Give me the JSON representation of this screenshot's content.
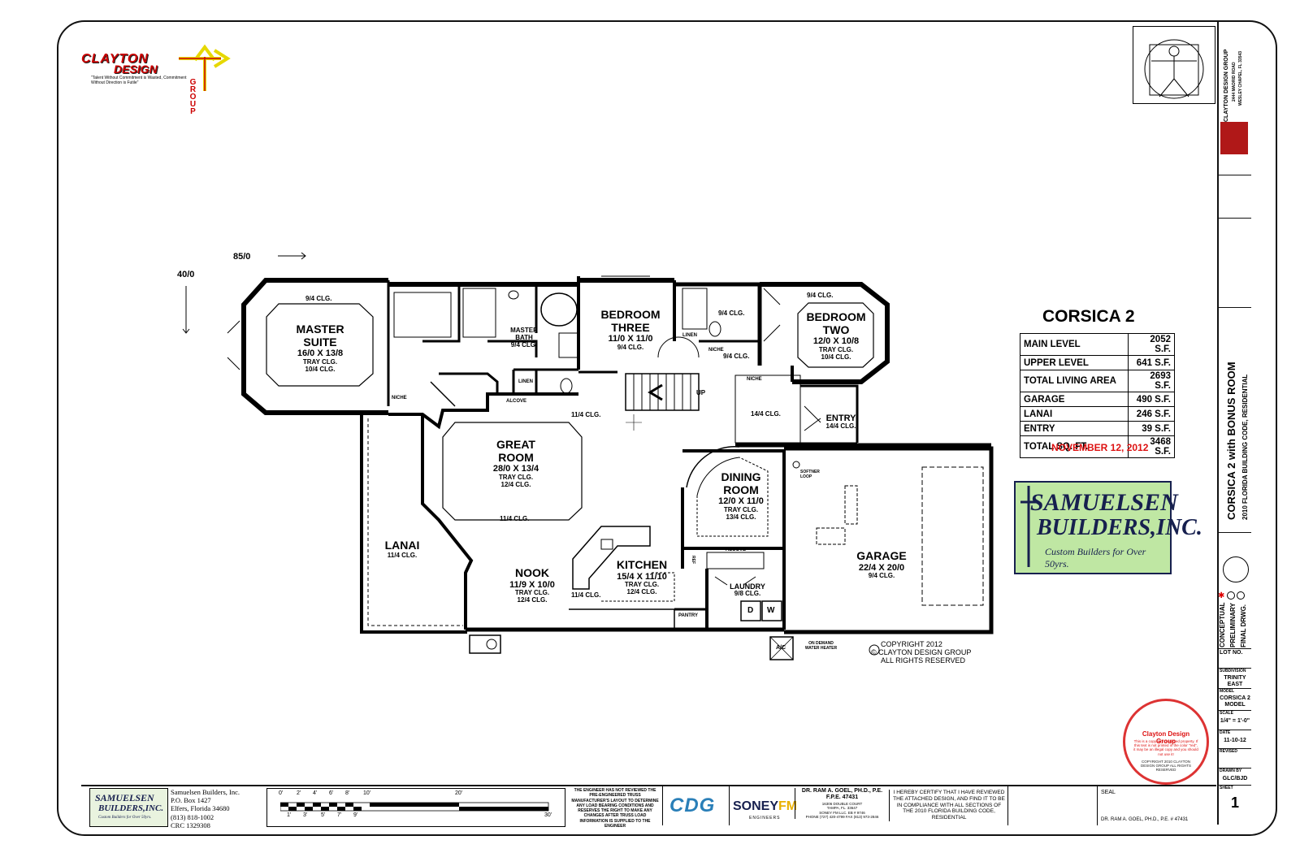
{
  "brand": {
    "clayton_line1": "CLAYTON",
    "clayton_line2": "DESIGN",
    "clayton_group": "GROUP",
    "clayton_tagline": "\"Talent Without Commitment is Wasted, Commitment Without Direction is Futile\""
  },
  "dimensions": {
    "width": "85/0",
    "depth": "40/0"
  },
  "rooms": {
    "master": {
      "name1": "MASTER",
      "name2": "SUITE",
      "dims": "16/0 X 13/8",
      "c1": "TRAY CLG.",
      "c2": "10/4 CLG.",
      "top": "9/4 CLG."
    },
    "master_bath": {
      "name1": "MASTER",
      "name2": "BATH",
      "clg": "9/4 CLG."
    },
    "bed3": {
      "name1": "BEDROOM",
      "name2": "THREE",
      "dims": "11/0 X 11/0",
      "clg": "9/4 CLG."
    },
    "bed2": {
      "name1": "BEDROOM",
      "name2": "TWO",
      "dims": "12/0 X 10/8",
      "c1": "TRAY CLG.",
      "c2": "10/4 CLG.",
      "top": "9/4 CLG."
    },
    "great": {
      "name1": "GREAT",
      "name2": "ROOM",
      "dims": "28/0 X 13/4",
      "c1": "TRAY CLG.",
      "c2": "12/4 CLG."
    },
    "dining": {
      "name1": "DINING",
      "name2": "ROOM",
      "dims": "12/0 X 11/0",
      "c1": "TRAY CLG.",
      "c2": "13/4 CLG."
    },
    "nook": {
      "name": "NOOK",
      "dims": "11/9 X 10/0",
      "c1": "TRAY CLG.",
      "c2": "12/4 CLG."
    },
    "kitchen": {
      "name": "KITCHEN",
      "dims": "15/4 X 11/10",
      "c1": "TRAY CLG.",
      "c2": "12/4 CLG."
    },
    "lanai": {
      "name": "LANAI",
      "clg": "11/4 CLG."
    },
    "garage": {
      "name": "GARAGE",
      "dims": "22/4 X 20/0",
      "clg": "9/4 CLG."
    },
    "laundry": {
      "name": "LAUNDRY",
      "clg": "9/8 CLG."
    },
    "entry": {
      "name": "ENTRY",
      "clg": "14/4 CLG."
    }
  },
  "labels": {
    "niche": "NICHE",
    "linen": "LINEN",
    "alcove": "ALCOVE",
    "pantry": "PANTRY",
    "up": "UP",
    "clg_114": "11/4 CLG.",
    "clg_144": "14/4 CLG.",
    "clg_94": "9/4 CLG.",
    "softner": "SOFTNER LOOP",
    "water_heater": "ON DEMAND WATER HEATER",
    "ac": "A/C",
    "d": "D",
    "w": "W",
    "ref": "REF"
  },
  "copyright": {
    "l1": "COPYRIGHT 2012",
    "l2": "CLAYTON DESIGN GROUP",
    "l3": "ALL RIGHTS RESERVED"
  },
  "area": {
    "title": "CORSICA 2",
    "rows": [
      {
        "label": "MAIN LEVEL",
        "value": "2052 S.F."
      },
      {
        "label": "UPPER LEVEL",
        "value": "641 S.F."
      },
      {
        "label": "TOTAL LIVING AREA",
        "value": "2693 S.F."
      },
      {
        "label": "GARAGE",
        "value": "490 S.F."
      },
      {
        "label": "LANAI",
        "value": "246 S.F."
      },
      {
        "label": "ENTRY",
        "value": "39 S.F."
      },
      {
        "label": "TOTAL SQ. FT.",
        "value": "3468 S.F."
      }
    ],
    "date": "NOVEMBER 12, 2012"
  },
  "samuelsen": {
    "l1": "SAMUELSEN",
    "l2": "BUILDERS,INC.",
    "l3": "Custom Builders for Over 50yrs."
  },
  "titleblock": {
    "project": "CORSICA 2 with BONUS ROOM",
    "code": "2010 FLORIDA BUILDING CODE, RESIDENTIAL",
    "company": "CLAYTON DESIGN GROUP",
    "addr": "2444 MADRID ROAD",
    "city": "WESLEY CHAPEL, FL 33543",
    "stage1": "CONCEPTUAL",
    "stage2": "PRELIMINARY",
    "stage3": "FINAL DRWG.",
    "lot_label": "LOT NO.",
    "sub_label": "SUBDIVISION",
    "sub_val": "TRINITY EAST",
    "model_label": "MODEL",
    "model_val": "CORSICA 2 MODEL",
    "scale_label": "SCALE",
    "scale_val": "1/4\" = 1'-0\"",
    "date_label": "DATE",
    "date_val": "11-10-12",
    "revised_label": "REVISED",
    "drawn_label": "DRAWN BY",
    "drawn_val": "GLC/BJD",
    "sheet_label": "SHEET",
    "sheet_val": "1"
  },
  "stamp": {
    "name": "Clayton Design Group",
    "l1": "This is a copyright protected property. If this text is not printed in the color \"red\", it may be an illegal copy and you should not use it!",
    "l2": "COPYRIGHT 2010 CLAYTON DESIGN GROUP ALL RIGHTS RESERVED"
  },
  "bottom": {
    "builder_name": "Samuelsen Builders, Inc.",
    "builder_box": "P.O. Box 1427",
    "builder_city": "Elfers, Florida 34680",
    "builder_phone": "(813) 818-1002",
    "builder_crc": "CRC 1329308",
    "scale_ticks_top": [
      "0'",
      "2'",
      "4'",
      "6'",
      "8'",
      "10'",
      "20'"
    ],
    "scale_ticks_bot": [
      "1'",
      "3'",
      "5'",
      "7'",
      "9'",
      "30'"
    ],
    "engineer_note": "THE ENGINEER HAS NOT REVIEWED THE PRE-ENGINEERED TRUSS MANUFACTURER'S LAYOUT TO DETERMINE ANY LOAD BEARING CONDITIONS AND RESERVES THE RIGHT TO MAKE ANY CHANGES AFTER TRUSS LOAD INFORMATION IS SUPPLIED TO THE ENGINEER",
    "cdg": "CDG",
    "soney": "SONEY",
    "soney_fm": "FM",
    "soney_sub": "ENGINEERS",
    "eng_name": "DR. RAM A. GOEL, PH.D., P.E.",
    "eng_fpe": "F.P.E. 47431",
    "eng_addr": "16306 DOUBLE COURT",
    "eng_city": "TAMPA, FL. 33647",
    "eng_llc": "SONEY FM LLC. EB # 9746",
    "eng_phone": "PHONE (727) 420-4799 FAX (813) 973-2846",
    "cert": "I HEREBY CERTIFY THAT I HAVE REVIEWED THE ATTACHED DESIGN, AND FIND IT TO BE IN COMPLIANCE WITH ALL SECTIONS OF THE 2010 FLORIDA BUILDING CODE, RESIDENTIAL",
    "seal": "SEAL",
    "seal_name": "DR. RAM A. GOEL, PH.D., P.E. # 47431"
  }
}
